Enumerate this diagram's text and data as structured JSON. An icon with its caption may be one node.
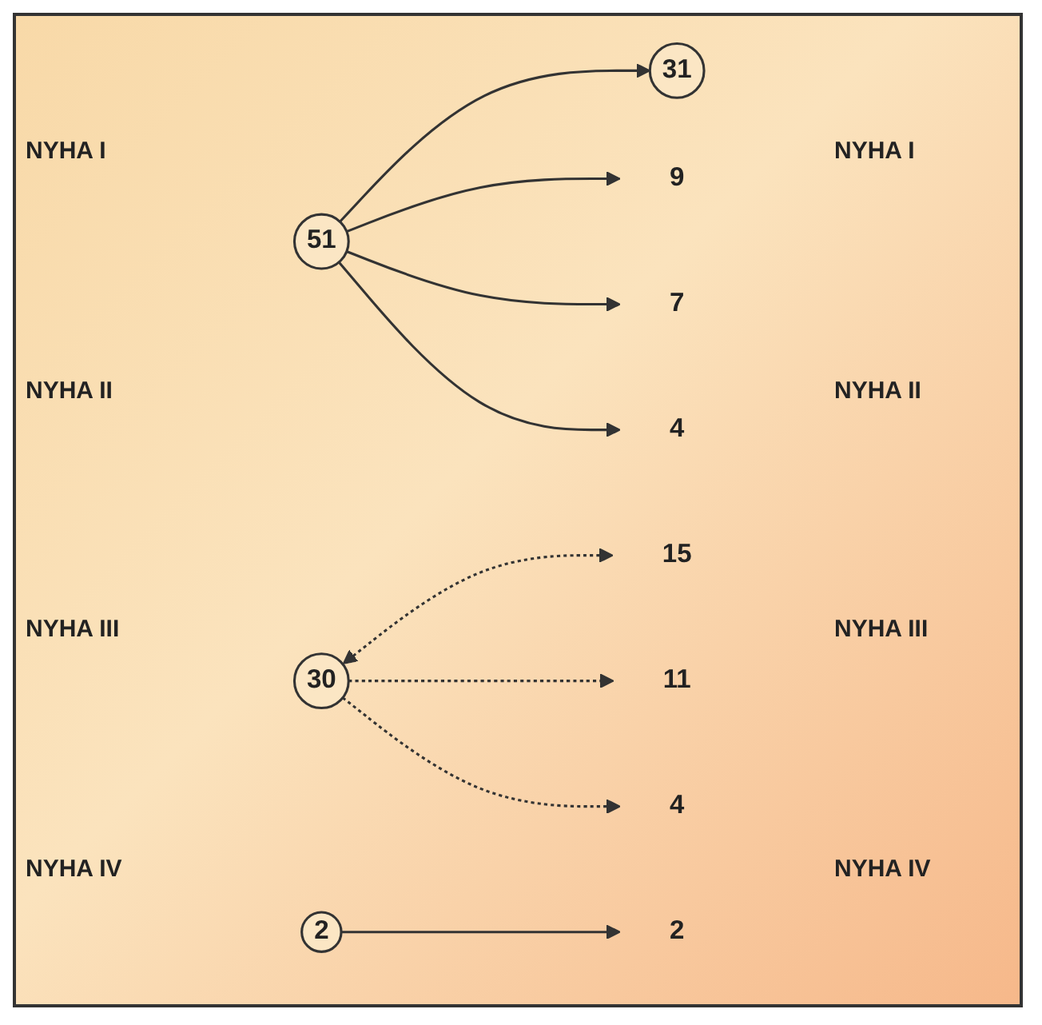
{
  "diagram": {
    "nodes": [
      {
        "text": [
          "51"
        ]
      },
      {
        "text": [
          "31"
        ]
      },
      {
        "text": [
          "9"
        ]
      },
      {
        "text": [
          "30"
        ]
      },
      {
        "text": [
          "15"
        ]
      },
      {
        "text": [
          "7"
        ]
      },
      {
        "text": [
          "11"
        ]
      },
      {
        "text": [
          "2"
        ]
      },
      {
        "text": [
          "4"
        ]
      },
      {
        "text": [
          "4"
        ]
      },
      {
        "text": [
          "2"
        ]
      }
    ],
    "edges": [
      {
        "from": 0,
        "to": 1,
        "arrow": "to"
      },
      {
        "from": 0,
        "to": 2,
        "arrow": "to"
      },
      {
        "from": 0,
        "to": 5,
        "arrow": "to"
      },
      {
        "from": 0,
        "to": 8,
        "arrow": "to"
      },
      {
        "from": 3,
        "to": 4,
        "arrow": "both",
        "style": "dashed"
      },
      {
        "from": 3,
        "to": 6,
        "arrow": "to",
        "style": "dashed"
      },
      {
        "from": 3,
        "to": 9,
        "arrow": "to",
        "style": "dashed"
      },
      {
        "from": 7,
        "to": 10,
        "arrow": "to"
      }
    ],
    "labels": [
      "NYHA I",
      "NYHA I",
      "NYHA II",
      "NYHA II",
      "NYHA III",
      "NYHA III",
      "NYHA IV",
      "NYHA IV"
    ]
  }
}
